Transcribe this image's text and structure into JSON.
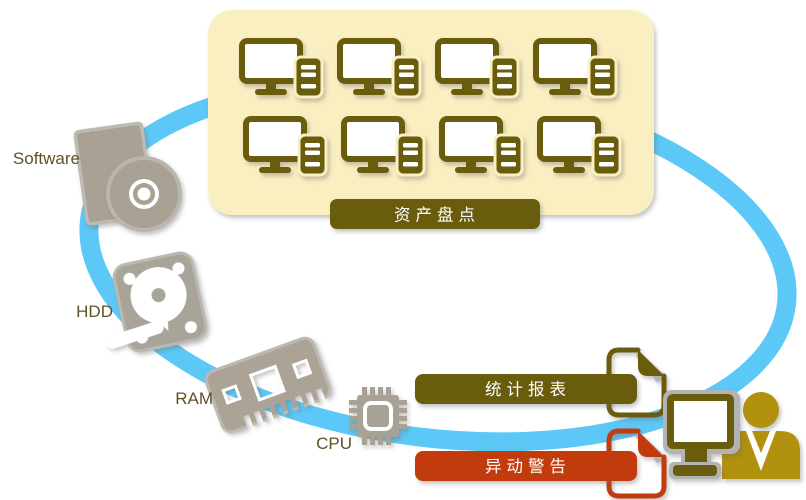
{
  "labels": {
    "asset_inventory": "资产盘点",
    "stats_report": "统计报表",
    "change_alert": "异动警告"
  },
  "hardware_labels": {
    "software": "Software",
    "hdd": "HDD",
    "ram": "RAM",
    "cpu": "CPU"
  },
  "computers": {
    "count": 8,
    "rows": 2,
    "columns": 4
  },
  "colors": {
    "ring_blue": "#5bc8f7",
    "panel_cream": "#faefc1",
    "olive": "#6b5b10",
    "alert_red": "#c23a10",
    "person_gold": "#b1910b",
    "hardware_gray": "#a9a193",
    "hardware_label_text": "#5f5126",
    "shadow_gray": "#b3b3b3",
    "screen_white": "#ffffff"
  },
  "icons": [
    "computer-icon",
    "software-box-icon",
    "cd-disc-icon",
    "hdd-icon",
    "ram-icon",
    "cpu-icon",
    "report-document-icon",
    "alert-document-icon",
    "workstation-monitor-icon",
    "person-icon"
  ]
}
